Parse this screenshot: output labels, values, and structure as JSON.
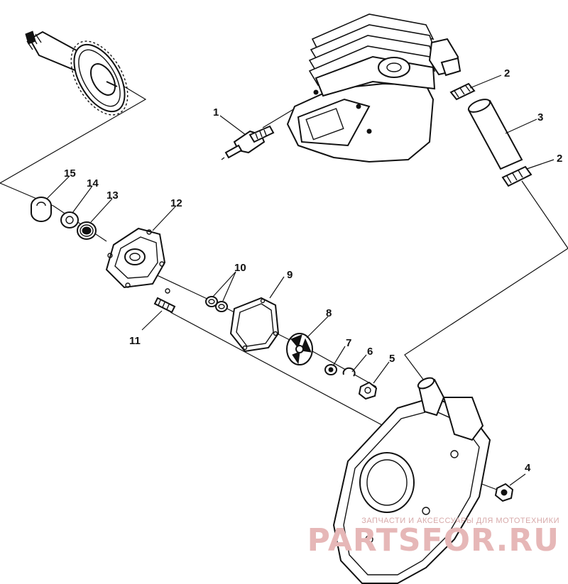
{
  "diagram": {
    "callouts": [
      {
        "id": "c1",
        "text": "1"
      },
      {
        "id": "c2a",
        "text": "2"
      },
      {
        "id": "c2b",
        "text": "2"
      },
      {
        "id": "c3",
        "text": "3"
      },
      {
        "id": "c4",
        "text": "4"
      },
      {
        "id": "c5",
        "text": "5"
      },
      {
        "id": "c6",
        "text": "6"
      },
      {
        "id": "c7",
        "text": "7"
      },
      {
        "id": "c8",
        "text": "8"
      },
      {
        "id": "c9",
        "text": "9"
      },
      {
        "id": "c10",
        "text": "10"
      },
      {
        "id": "c11",
        "text": "11"
      },
      {
        "id": "c12",
        "text": "12"
      },
      {
        "id": "c13",
        "text": "13"
      },
      {
        "id": "c14",
        "text": "14"
      },
      {
        "id": "c15",
        "text": "15"
      }
    ]
  },
  "watermark": {
    "tagline": "ЗАПЧАСТИ И АКСЕССУАРЫ ДЛЯ МОТОТЕХНИКИ",
    "brand": "PARTSFOR.RU",
    "color": "#e6b7b7"
  }
}
